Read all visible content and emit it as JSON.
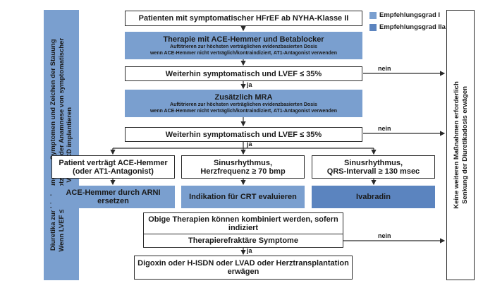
{
  "left_panel": {
    "lines": [
      "Diuretika zur Linderung von Symptomen und Zeichen der Stauung",
      "Wenn LVEF ≤ 35% trotz OMT oder Anamnese von symptomatischer",
      "VT/VF, ICD implantieren"
    ]
  },
  "right_panel": {
    "lines": [
      "Keine weiteren Maßnahmen erforderlich",
      "Senkung der Diuretikadosis erwägen"
    ]
  },
  "legend": {
    "items": [
      {
        "label": "Empfehlungsgrad I",
        "color": "#7a9fcf"
      },
      {
        "label": "Empfehlungsgrad IIa",
        "color": "#5b84bf"
      }
    ]
  },
  "flow": {
    "start": "Patienten mit symptomatischer HFrEF ab NYHA-Klasse II",
    "therapy1": {
      "title": "Therapie mit ACE-Hemmer und Betablocker",
      "line1": "Auftitrieren zur höchsten verträglichen evidenzbasierten Dosis",
      "line2": "wenn ACE-Hemmer nicht verträglich/kontraindiziert, AT1-Antagonist verwenden"
    },
    "check1": "Weiterhin symptomatisch und LVEF ≤ 35%",
    "therapy2": {
      "title": "Zusätzlich MRA",
      "line1": "Auftitrieren zur höchsten verträglichen evidenzbasierten Dosis",
      "line2": "wenn ACE-Hemmer nicht verträglich/kontraindiziert, AT1-Antagonist verwenden"
    },
    "check2": "Weiterhin symptomatisch und LVEF ≤ 35%",
    "branches": [
      {
        "cond1": "Patient verträgt ACE-Hemmer",
        "cond2": "(oder AT1-Antagonist)",
        "action1": "ACE-Hemmer durch ARNI",
        "action2": "ersetzen"
      },
      {
        "cond1": "Sinusrhythmus,",
        "cond2": "Herzfrequenz ≥ 70 bmp",
        "action1": "Indikation für CRT evaluieren",
        "action2": ""
      },
      {
        "cond1": "Sinusrhythmus,",
        "cond2": "QRS-Intervall ≥ 130 msec",
        "action1": "Ivabradin",
        "action2": ""
      }
    ],
    "combine1": "Obige Therapien können kombiniert werden, sofern",
    "combine2": "indiziert",
    "refractory": "Therapierefraktäre Symptome",
    "final1": "Digoxin oder H-ISDN oder LVAD oder Herztransplantation",
    "final2": "erwägen",
    "yes_label": "ja",
    "no_label": "nein"
  }
}
